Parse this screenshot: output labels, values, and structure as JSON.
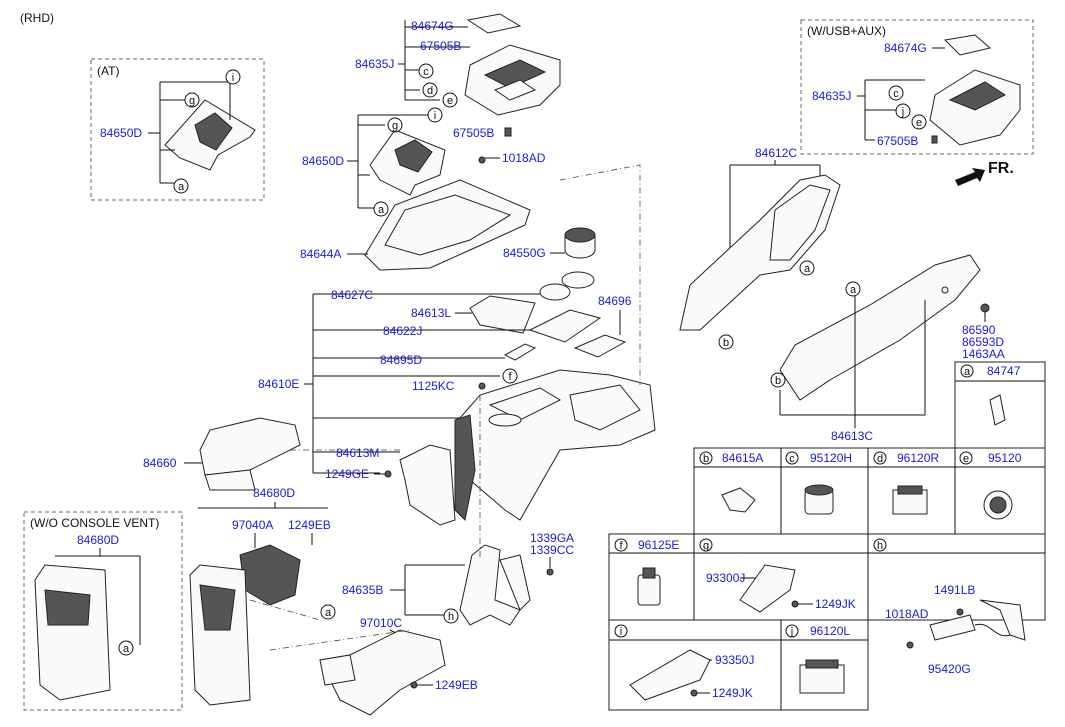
{
  "header": {
    "variant": "(RHD)"
  },
  "boxes": {
    "at": "(AT)",
    "usb_aux": "(W/USB+AUX)",
    "wo_vent": "(W/O CONSOLE VENT)",
    "fr": "FR."
  },
  "parts": {
    "p84674G_a": "84674G",
    "p67505B_a": "67505B",
    "p84635J_a": "84635J",
    "p67505B_b": "67505B",
    "p1018AD_a": "1018AD",
    "p84650D_at": "84650D",
    "p84650D": "84650D",
    "p84644A": "84644A",
    "p84550G": "84550G",
    "p84627C": "84627C",
    "p84613L": "84613L",
    "p84696": "84696",
    "p84622J": "84622J",
    "p84695D": "84695D",
    "p84610E": "84610E",
    "p1125KC": "1125KC",
    "p84660": "84660",
    "p84613M": "84613M",
    "p1249GE": "1249GE",
    "p84680D": "84680D",
    "p97040A": "97040A",
    "p1249EB_a": "1249EB",
    "p84680D_wo": "84680D",
    "p1339GA": "1339GA",
    "p1339CC": "1339CC",
    "p84635B": "84635B",
    "p97010C": "97010C",
    "p1249EB_b": "1249EB",
    "p84612C": "84612C",
    "p84613C": "84613C",
    "p86590": "86590",
    "p86593D": "86593D",
    "p1463AA": "1463AA",
    "p84674G_b": "84674G",
    "p84635J_b": "84635J",
    "p67505B_c": "67505B"
  },
  "refs": {
    "a": "a",
    "b": "b",
    "c": "c",
    "d": "d",
    "e": "e",
    "f": "f",
    "g": "g",
    "h": "h",
    "i": "i",
    "j": "j"
  },
  "table": {
    "a_part": "84747",
    "b_part": "84615A",
    "c_part": "95120H",
    "d_part": "96120R",
    "e_part": "95120",
    "f_part": "96125E",
    "g_part1": "93300J",
    "g_part2": "1249JK",
    "h_part1": "1491LB",
    "h_part2": "1018AD",
    "h_part3": "95420G",
    "i_part1": "93350J",
    "i_part2": "1249JK",
    "j_part": "96120L"
  }
}
